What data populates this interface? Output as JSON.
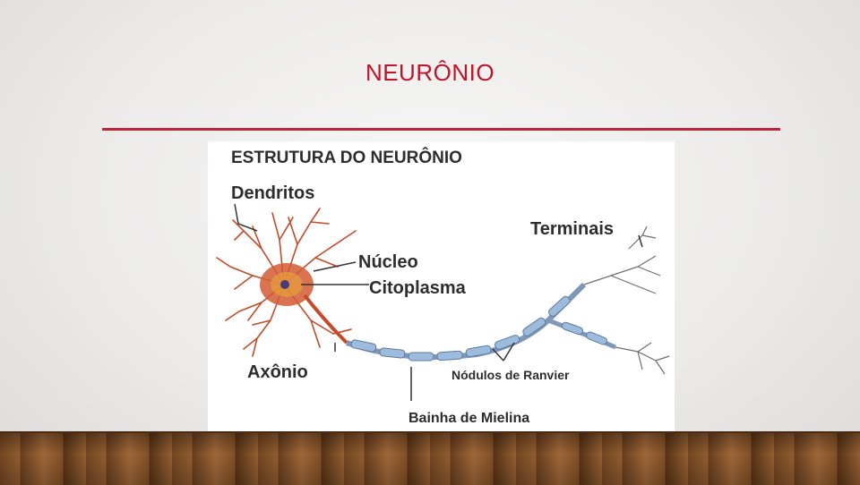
{
  "slide": {
    "title": "NEURÔNIO"
  },
  "diagram": {
    "heading": "ESTRUTURA DO NEURÔNIO",
    "labels": {
      "dendritos": "Dendritos",
      "nucleo": "Núcleo",
      "citoplasma": "Citoplasma",
      "axonio": "Axônio",
      "terminais": "Terminais",
      "nodulos": "Nódulos de Ranvier",
      "bainha": "Bainha de Mielina"
    }
  },
  "colors": {
    "accent": "#c0142b",
    "rule": "#c0243a",
    "neuron": "#c64a2a",
    "myelin": "#8fb0d4"
  }
}
